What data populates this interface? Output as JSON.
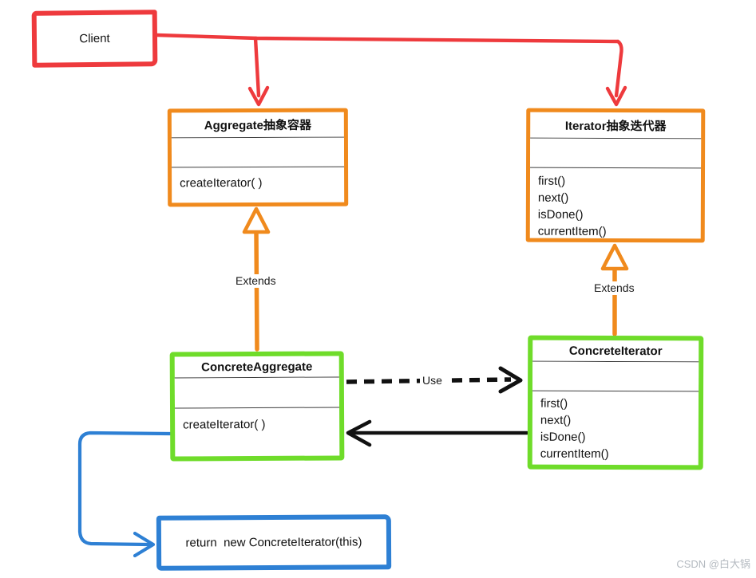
{
  "colors": {
    "red": "#ee3a3d",
    "orange": "#f08a1d",
    "green": "#6fdc2a",
    "blue": "#2e80d4",
    "line_black": "#111111",
    "watermark_gray": "#b4bac0"
  },
  "boxes": {
    "client": {
      "title": "Client"
    },
    "aggregate": {
      "title": "Aggregate抽象容器",
      "methods": [
        "createIterator( )"
      ]
    },
    "iterator": {
      "title": "Iterator抽象迭代器",
      "methods": [
        "first()",
        "next()",
        "isDone()",
        "currentItem()"
      ]
    },
    "concreteAggregate": {
      "title": "ConcreteAggregate",
      "methods": [
        "createIterator( )"
      ]
    },
    "concreteIterator": {
      "title": "ConcreteIterator",
      "methods": [
        "first()",
        "next()",
        "isDone()",
        "currentItem()"
      ]
    },
    "note": {
      "text": "return  new ConcreteIterator(this)"
    }
  },
  "edges": {
    "extendsLeft": {
      "label": "Extends"
    },
    "extendsRight": {
      "label": "Extends"
    },
    "use": {
      "label": "Use"
    }
  },
  "watermark": "CSDN @白大锅"
}
